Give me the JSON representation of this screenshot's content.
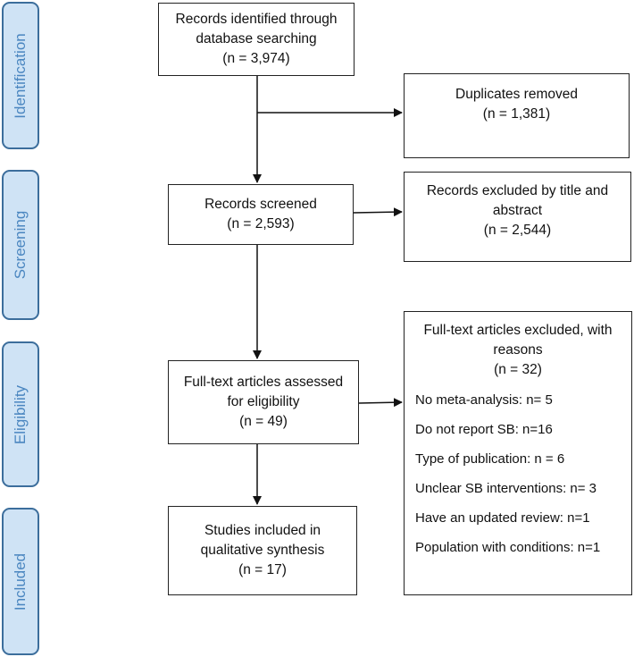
{
  "phases": {
    "identification": "Identification",
    "screening": "Screening",
    "eligibility": "Eligibility",
    "included": "Included"
  },
  "boxes": {
    "identified": {
      "line1": "Records identified through",
      "line2": "database searching",
      "count": "(n = 3,974)"
    },
    "duplicates": {
      "line1": "Duplicates removed",
      "count": "(n = 1,381)"
    },
    "screened": {
      "line1": "Records screened",
      "count": "(n = 2,593)"
    },
    "excluded_title": {
      "line1": "Records excluded by title and",
      "line2": "abstract",
      "count": "(n = 2,544)"
    },
    "fulltext": {
      "line1": "Full-text articles assessed",
      "line2": "for eligibility",
      "count": "(n = 49)"
    },
    "fulltext_excluded": {
      "line1": "Full-text articles excluded, with",
      "line2": "reasons",
      "count": "(n = 32)",
      "reasons": [
        "No meta-analysis: n= 5",
        "Do not report SB: n=16",
        "Type of publication: n = 6",
        "Unclear SB interventions: n= 3",
        "Have an updated review: n=1",
        "Population with conditions: n=1"
      ]
    },
    "included": {
      "line1": "Studies included in",
      "line2": "qualitative synthesis",
      "count": "(n = 17)"
    }
  }
}
